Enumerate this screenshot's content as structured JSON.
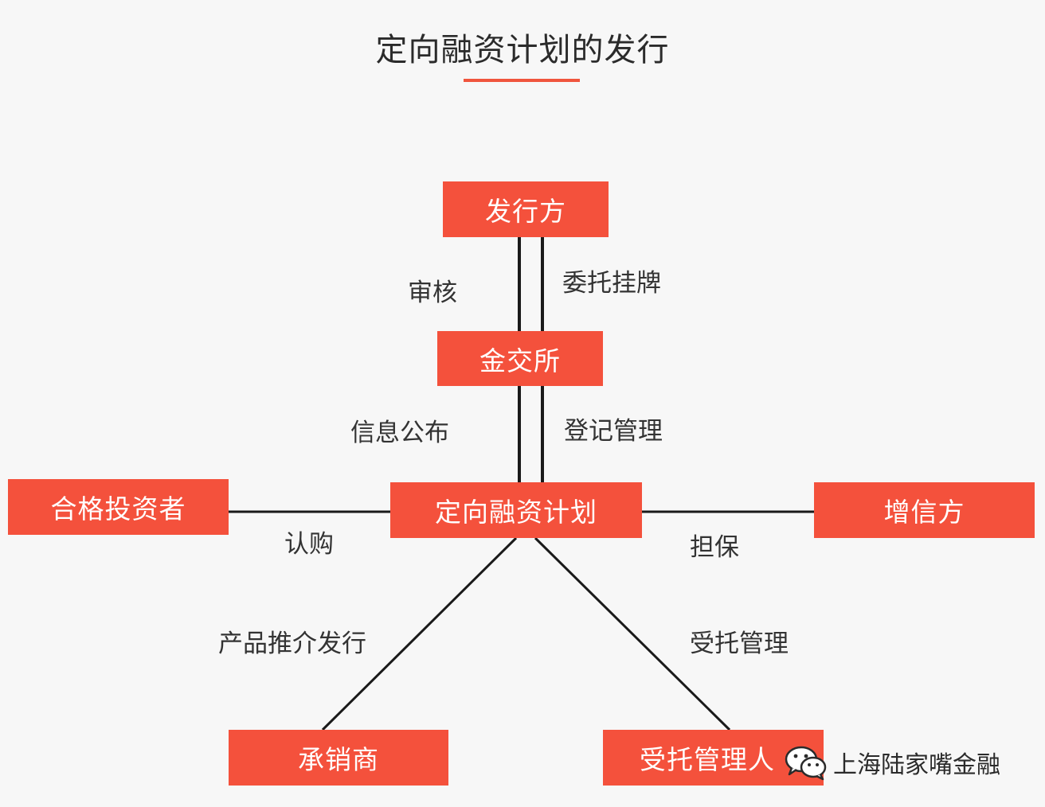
{
  "title": "定向融资计划的发行",
  "nodes": {
    "issuer": "发行方",
    "exchange": "金交所",
    "plan": "定向融资计划",
    "investor": "合格投资者",
    "guarantor": "增信方",
    "underwriter": "承销商",
    "trustee": "受托管理人"
  },
  "edge_labels": {
    "review": "审核",
    "entrust_listing": "委托挂牌",
    "info_publish": "信息公布",
    "registration": "登记管理",
    "subscribe": "认购",
    "guarantee": "担保",
    "promotion": "产品推介发行",
    "trust_mgmt": "受托管理"
  },
  "watermark": {
    "icon": "wechat-icon",
    "text": "上海陆家嘴金融"
  },
  "colors": {
    "node_fill": "#f4513c",
    "accent": "#f0553d",
    "line": "#1a1a1a"
  }
}
